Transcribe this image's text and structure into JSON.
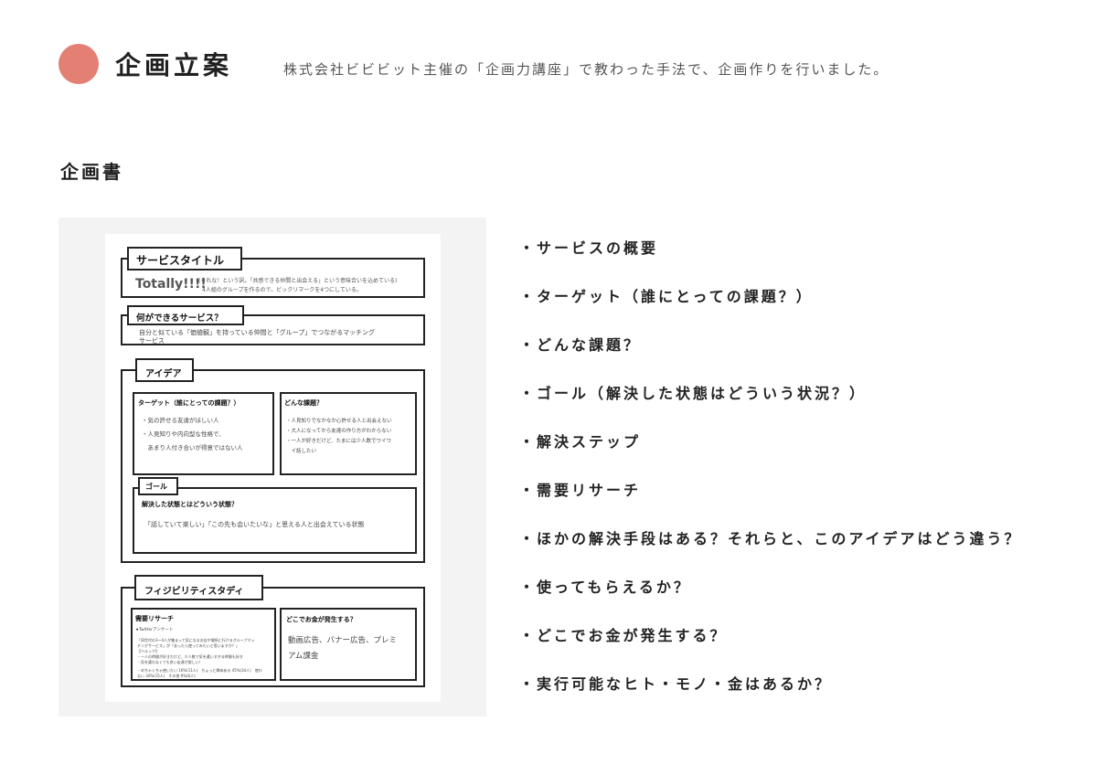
{
  "header": {
    "title": "企画立案",
    "description": "株式会社ビビビット主催の「企画力講座」で教わった手法で、企画作りを行いました。"
  },
  "section": {
    "title": "企画書"
  },
  "document": {
    "service_title": {
      "label": "サービスタイトル",
      "name": "Totally!!!!",
      "note1": "(それな！という訳。「共感できる仲間と出会える」という意味合いを込めている)",
      "note2": "4人組のグループを作るので、ビックリマークを4つにしている。"
    },
    "what_service": {
      "label": "何ができるサービス？",
      "line1": "自分と似ている「価値観」を持っている仲間と「グループ」でつながるマッチング",
      "line2": "サービス"
    },
    "idea": {
      "label": "アイデア",
      "target": {
        "label": "ターゲット（誰にとっての課題？）",
        "lines": [
          "・気の許せる友達がほしい人",
          "・人見知りや内向型な性格で、",
          "　あまり人付き合いが得意ではない人"
        ]
      },
      "problem": {
        "label": "どんな課題？",
        "lines": [
          "・人見知りでなかなか心許せる人と出会えない",
          "・大人になってから友達の作り方がわからない",
          "・一人が好きだけど、たまには少人数でワイワ",
          "　イ話したい"
        ]
      },
      "goal": {
        "label": "ゴール",
        "question": "解決した状態とはどういう状態？",
        "answer": "「話していて楽しい」「この先も会いたいな」と思える人と出会えている状態"
      }
    },
    "feasibility": {
      "label": "フィジビリティスタディ",
      "research": {
        "label": "需要リサーチ",
        "lines": [
          "★Twitterアンケート",
          "「同世代の3〜4人が集まって気になるお店や場所に行けるグループマッ",
          "チングサービス」が「あったら使ってみたいと思いますか？」",
          "【ベルック】",
          "・一人の時間が好きだけど、少人数で気を遣いすぎる時間も好き",
          "・気を遣わなくても良い友達が欲しい！",
          "・めちゃくちゃ使いたい 16%(11人)　ちょっと興味ある 45%(34人)　使わ",
          "ない 30%(15人)　その他 9%(6人)"
        ]
      },
      "money": {
        "label": "どこでお金が発生する？",
        "line1": "動画広告、バナー広告、プレミ",
        "line2": "アム課金"
      }
    }
  },
  "checklist": [
    "・サービスの概要",
    "・ターゲット（誰にとっての課題？）",
    "・どんな課題？",
    "・ゴール（解決した状態はどういう状況？）",
    "・解決ステップ",
    "・需要リサーチ",
    "・ほかの解決手段はある？それらと、このアイデアはどう違う？",
    "・使ってもらえるか？",
    "・どこでお金が発生する？",
    "・実行可能なヒト・モノ・金はあるか？"
  ]
}
